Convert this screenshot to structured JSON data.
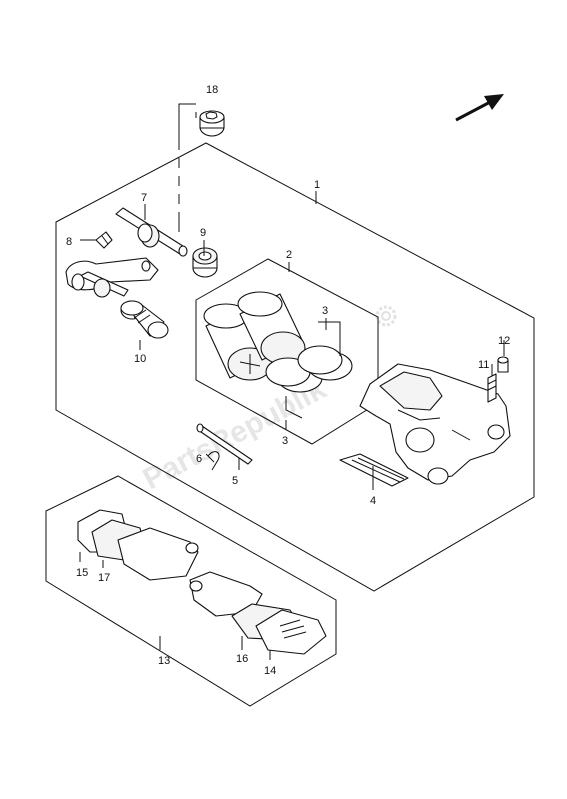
{
  "diagram": {
    "watermark": "PartsRepublik",
    "callouts": {
      "c1": "1",
      "c2": "2",
      "c3a": "3",
      "c3b": "3",
      "c4": "4",
      "c5": "5",
      "c6": "6",
      "c7": "7",
      "c8": "8",
      "c9": "9",
      "c10": "10",
      "c11": "11",
      "c12": "12",
      "c13": "13",
      "c14": "14",
      "c15": "15",
      "c16": "16",
      "c17": "17",
      "c18": "18"
    }
  }
}
